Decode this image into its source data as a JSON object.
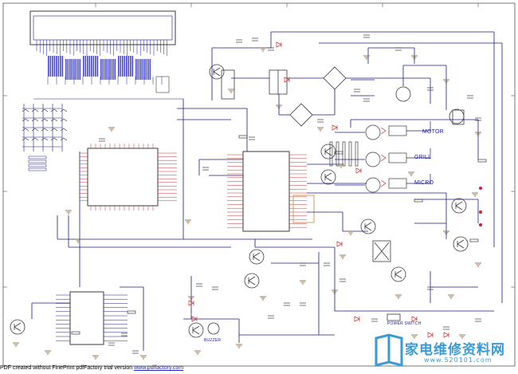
{
  "labels": {
    "motor": "MOTOR",
    "grill": "GRILL",
    "micro": "MICRO",
    "buzzer": "BUZZER",
    "power_switch": "POWER SWITCH"
  },
  "footer": {
    "text": "PDF created without FinePrint pdfFactory trial version",
    "link": "www.pdffactory.com"
  },
  "watermark": {
    "brand": "家电维修资料网",
    "url": "www.520101.com"
  },
  "colors": {
    "wire": "#1a1a8c",
    "component": "#3a3a3a",
    "highlight": "#c83030",
    "ground": "#7a5a30"
  }
}
